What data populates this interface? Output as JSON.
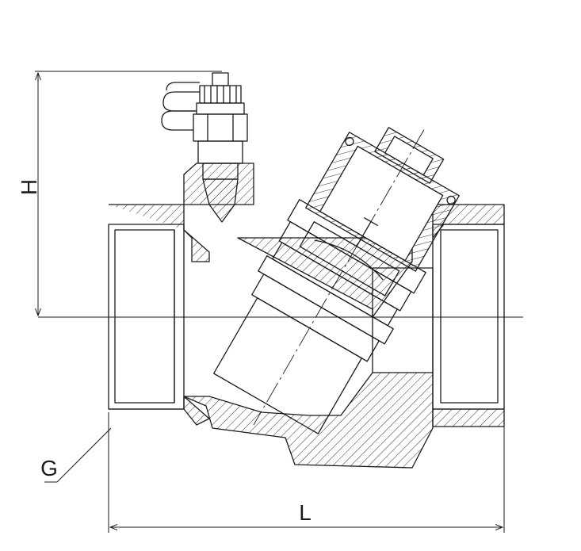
{
  "labels": {
    "height": "H",
    "length": "L",
    "thread": "G"
  },
  "colors": {
    "line": "#1a1a1a",
    "background": "#ffffff"
  }
}
